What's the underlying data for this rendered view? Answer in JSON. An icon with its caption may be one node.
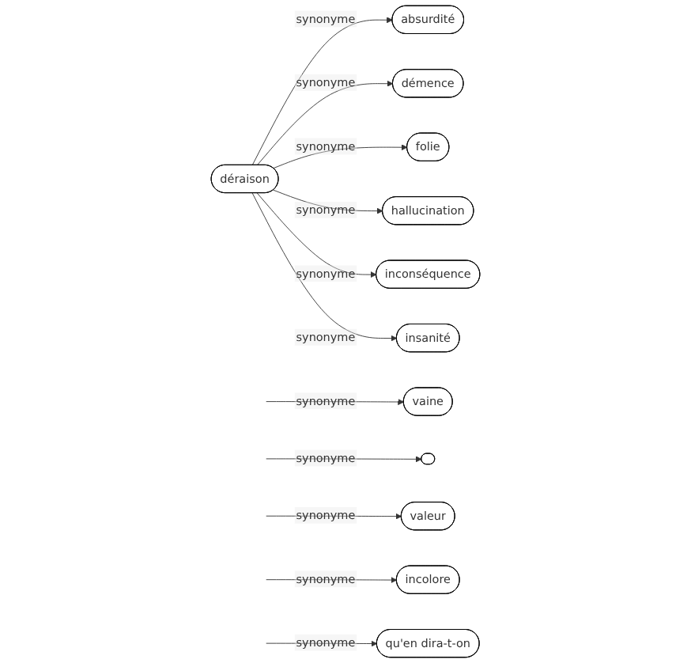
{
  "diagram": {
    "nodes": [
      {
        "text": [
          "déraison"
        ]
      },
      {
        "text": [
          "absurdité"
        ]
      },
      {
        "text": [
          "vaine"
        ]
      },
      {
        "text": [
          "démence"
        ]
      },
      {
        "text": [],
        "shape": "ellipse"
      },
      {
        "text": [
          "folie"
        ]
      },
      {
        "text": [
          "hallucination"
        ]
      },
      {
        "text": [
          "valeur"
        ]
      },
      {
        "text": [
          "inconséquence"
        ]
      },
      {
        "text": [
          "incolore"
        ]
      },
      {
        "text": [
          "qu'en dira-t-on"
        ]
      },
      {
        "text": [
          "insanité"
        ]
      }
    ],
    "edges": [
      {
        "from": 0,
        "to": 1,
        "arrow": "to",
        "label": "synonyme"
      },
      {
        "from": null,
        "to": 2,
        "arrow": "to",
        "label": "synonyme"
      },
      {
        "from": 0,
        "to": 3,
        "arrow": "to",
        "label": "synonyme"
      },
      {
        "from": null,
        "to": 4,
        "arrow": "to",
        "label": "synonyme"
      },
      {
        "from": 0,
        "to": 5,
        "arrow": "to",
        "label": "synonyme"
      },
      {
        "from": null,
        "to": 7,
        "arrow": "to",
        "label": "synonyme"
      },
      {
        "from": 0,
        "to": 6,
        "arrow": "to",
        "label": "synonyme"
      },
      {
        "from": 0,
        "to": 8,
        "arrow": "to",
        "label": "synonyme"
      },
      {
        "from": null,
        "to": 9,
        "arrow": "to",
        "label": "synonyme"
      },
      {
        "from": null,
        "to": 10,
        "arrow": "to",
        "label": "synonyme"
      },
      {
        "from": 0,
        "to": 11,
        "arrow": "to",
        "label": "synonyme"
      }
    ]
  }
}
